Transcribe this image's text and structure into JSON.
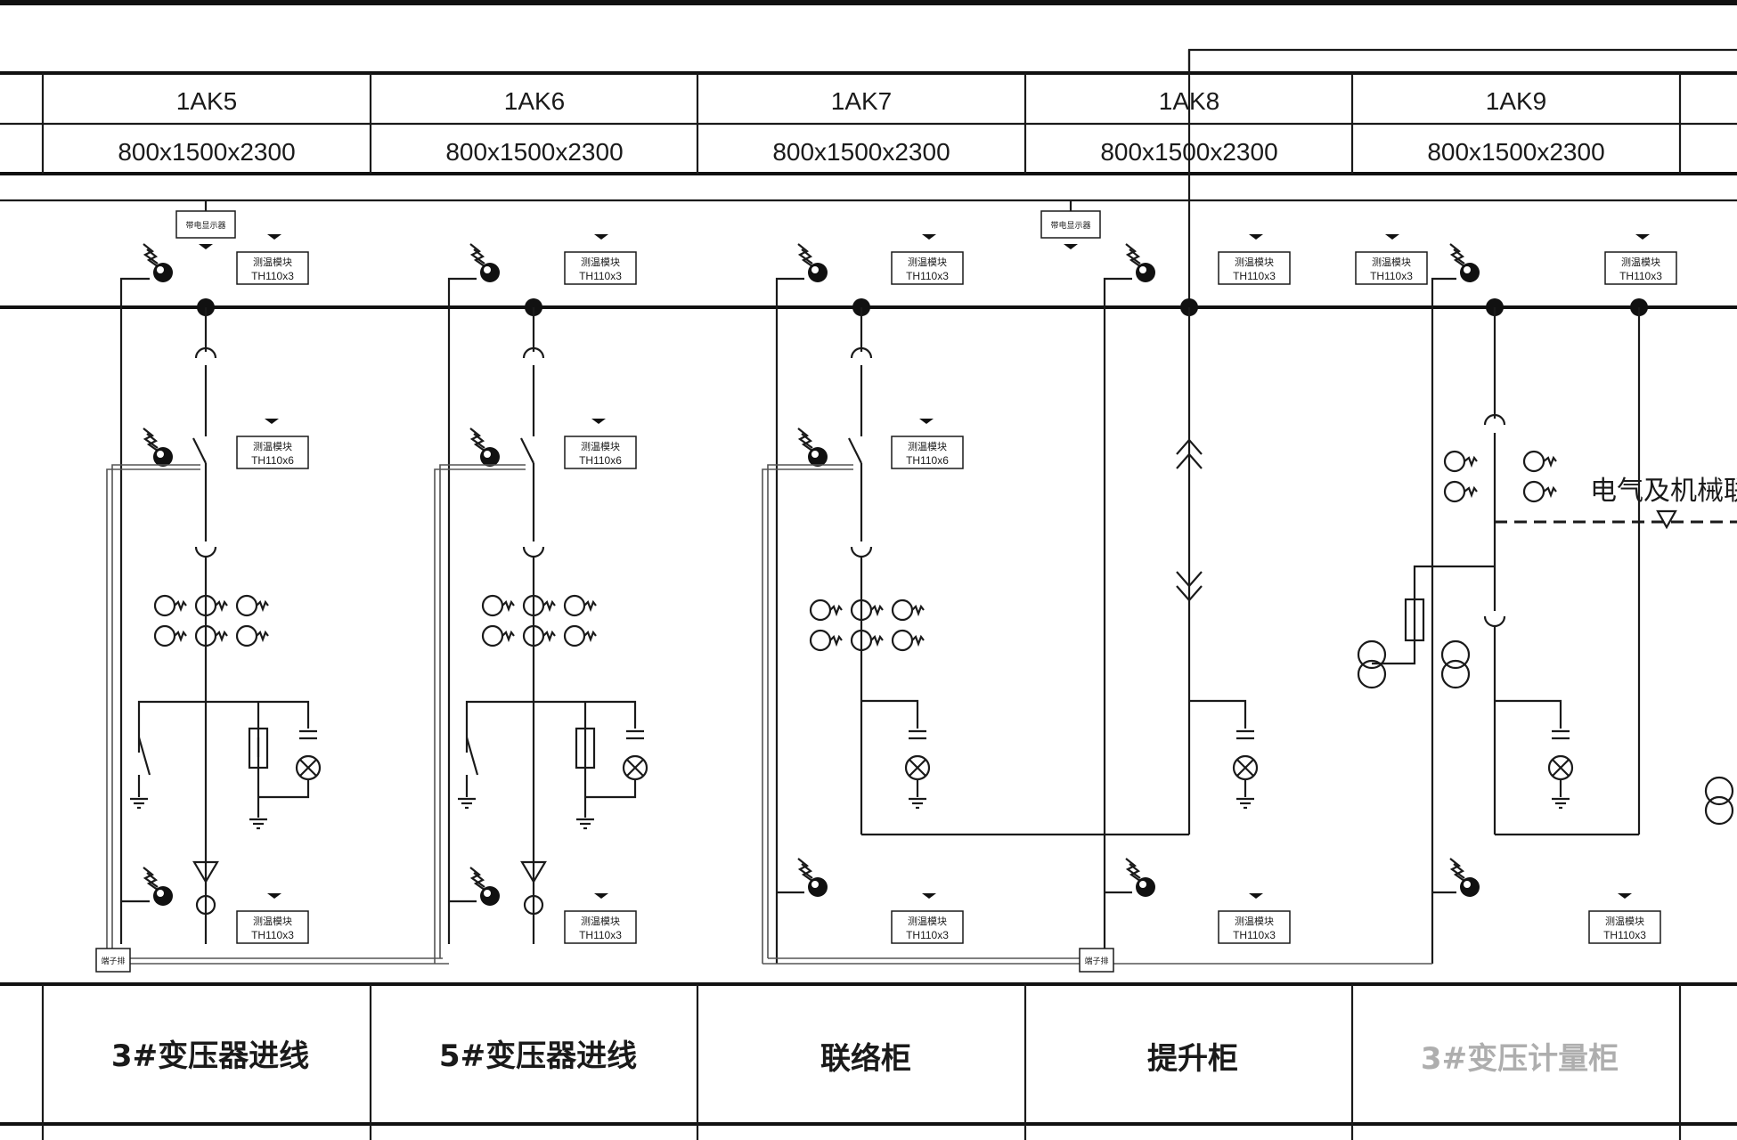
{
  "panels": [
    {
      "id": "1AK5",
      "size": "800x1500x2300",
      "name": "3#变压器进线"
    },
    {
      "id": "1AK6",
      "size": "800x1500x2300",
      "name": "5#变压器进线"
    },
    {
      "id": "1AK7",
      "size": "800x1500x2300",
      "name": "联络柜"
    },
    {
      "id": "1AK8",
      "size": "800x1500x2300",
      "name": "提升柜"
    },
    {
      "id": "1AK9",
      "size": "800x1500x2300",
      "name": "3#变压计量柜"
    }
  ],
  "tags": {
    "monitor_title": "测温模块",
    "model_3": "TH110x3",
    "model_6": "TH110x6",
    "indicator": "带电显示器",
    "small_box": "端子排"
  },
  "note": "电气及机械联锁"
}
